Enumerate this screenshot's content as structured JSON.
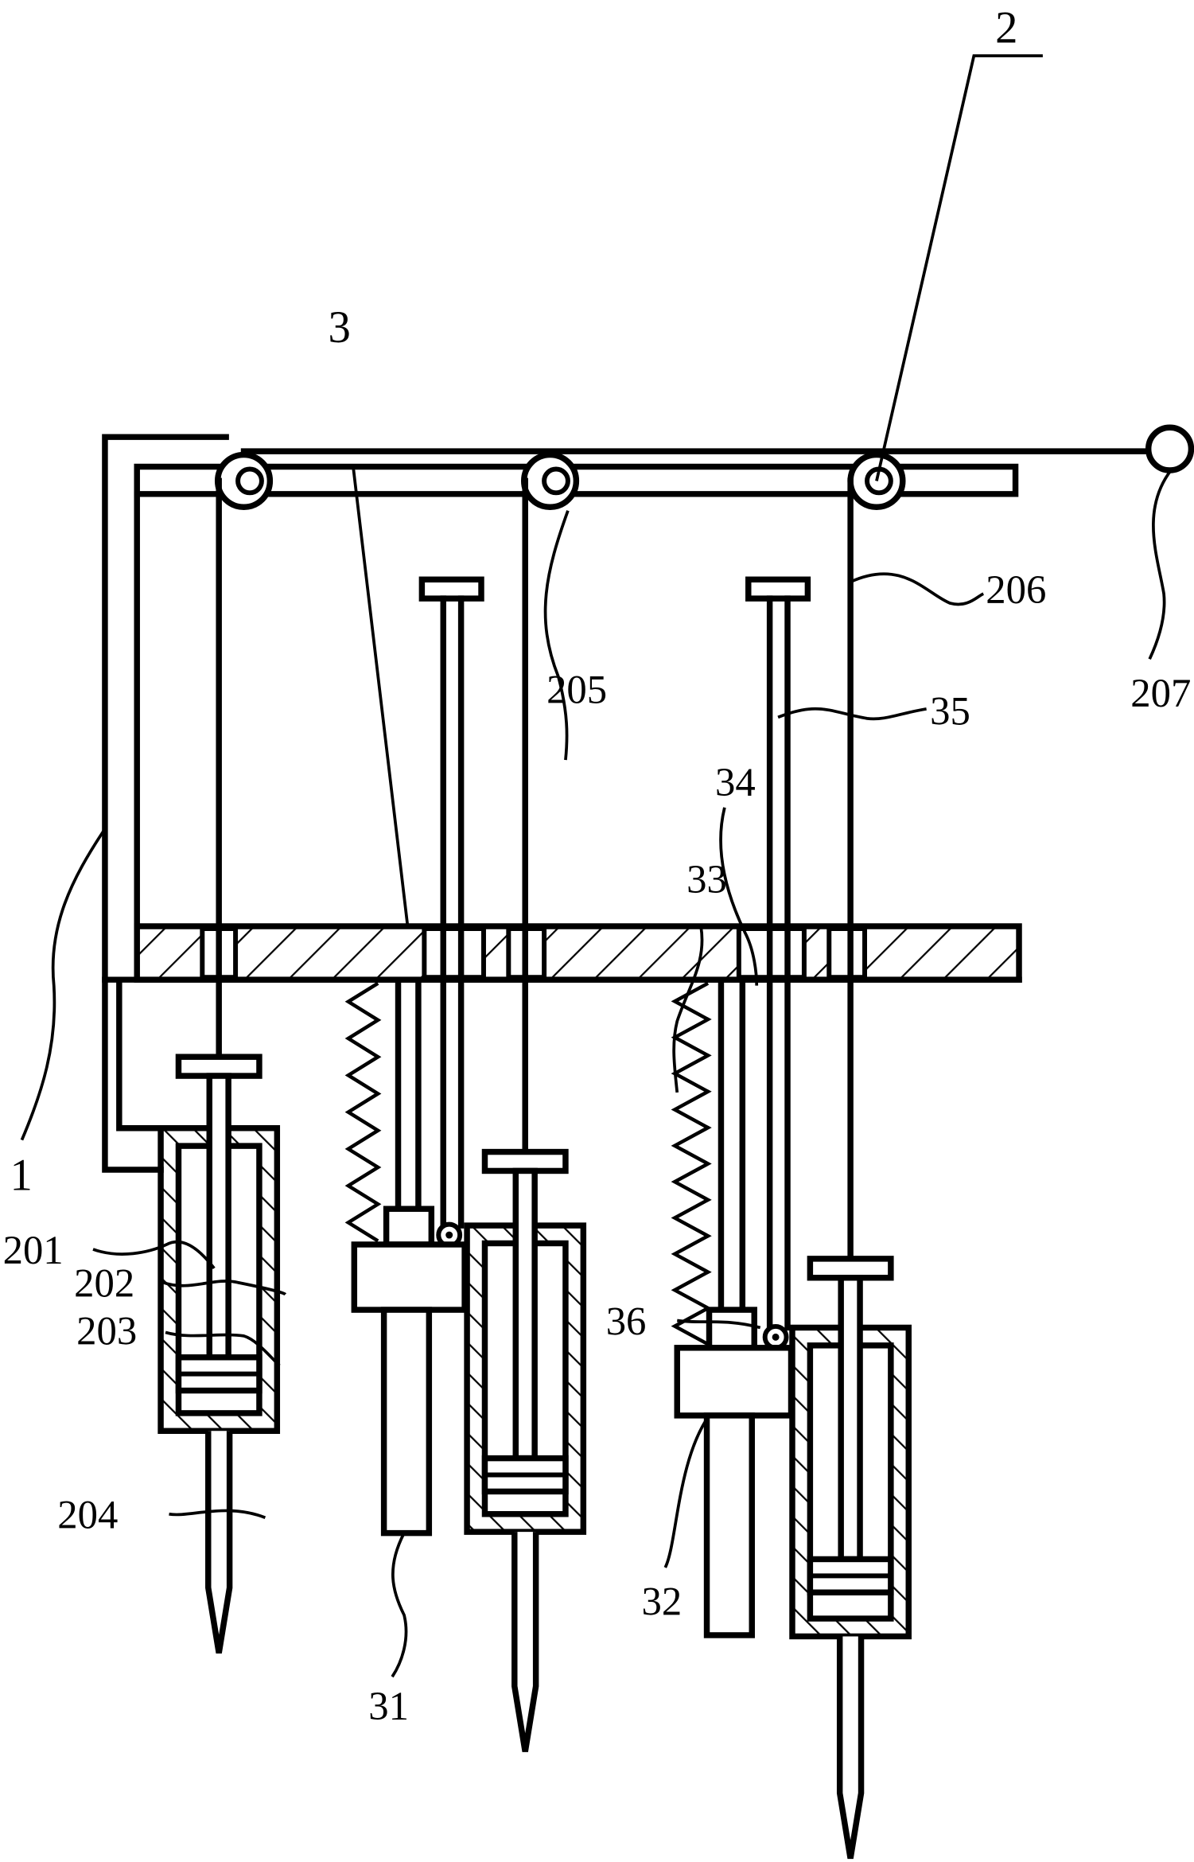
{
  "figure": {
    "title": "Mechanical schematic with pulley-driven syringe assemblies",
    "colors": {
      "line": "#000000",
      "background": "#ffffff"
    }
  },
  "labels": {
    "l1": "1",
    "l2": "2",
    "l3": "3",
    "l31": "31",
    "l32": "32",
    "l33": "33",
    "l34": "34",
    "l35": "35",
    "l36": "36",
    "l201": "201",
    "l202": "202",
    "l203": "203",
    "l204": "204",
    "l205": "205",
    "l206": "206",
    "l207": "207"
  }
}
